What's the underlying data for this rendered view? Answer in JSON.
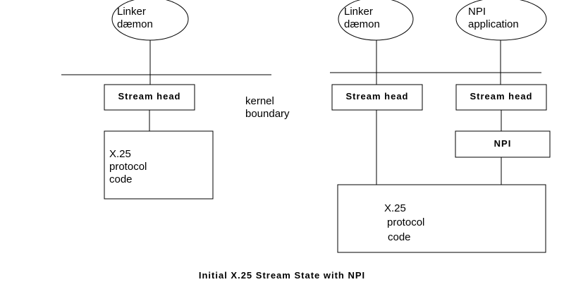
{
  "left": {
    "ellipse_line1": "Linker",
    "ellipse_line2": "dæmon",
    "stream_head": "Stream head",
    "protocol_line1": "X.25",
    "protocol_line2": "protocol",
    "protocol_line3": "code"
  },
  "middle": {
    "boundary_line1": "kernel",
    "boundary_line2": "boundary"
  },
  "right": {
    "ellipse1_line1": "Linker",
    "ellipse1_line2": "dæmon",
    "ellipse2_line1": "NPI",
    "ellipse2_line2": "application",
    "stream_head_left": "Stream head",
    "stream_head_right": "Stream head",
    "npi_box": "NPI",
    "protocol_line1": "X.25",
    "protocol_line2": "protocol",
    "protocol_line3": "code"
  },
  "caption": "Initial X.25 Stream State with NPI"
}
